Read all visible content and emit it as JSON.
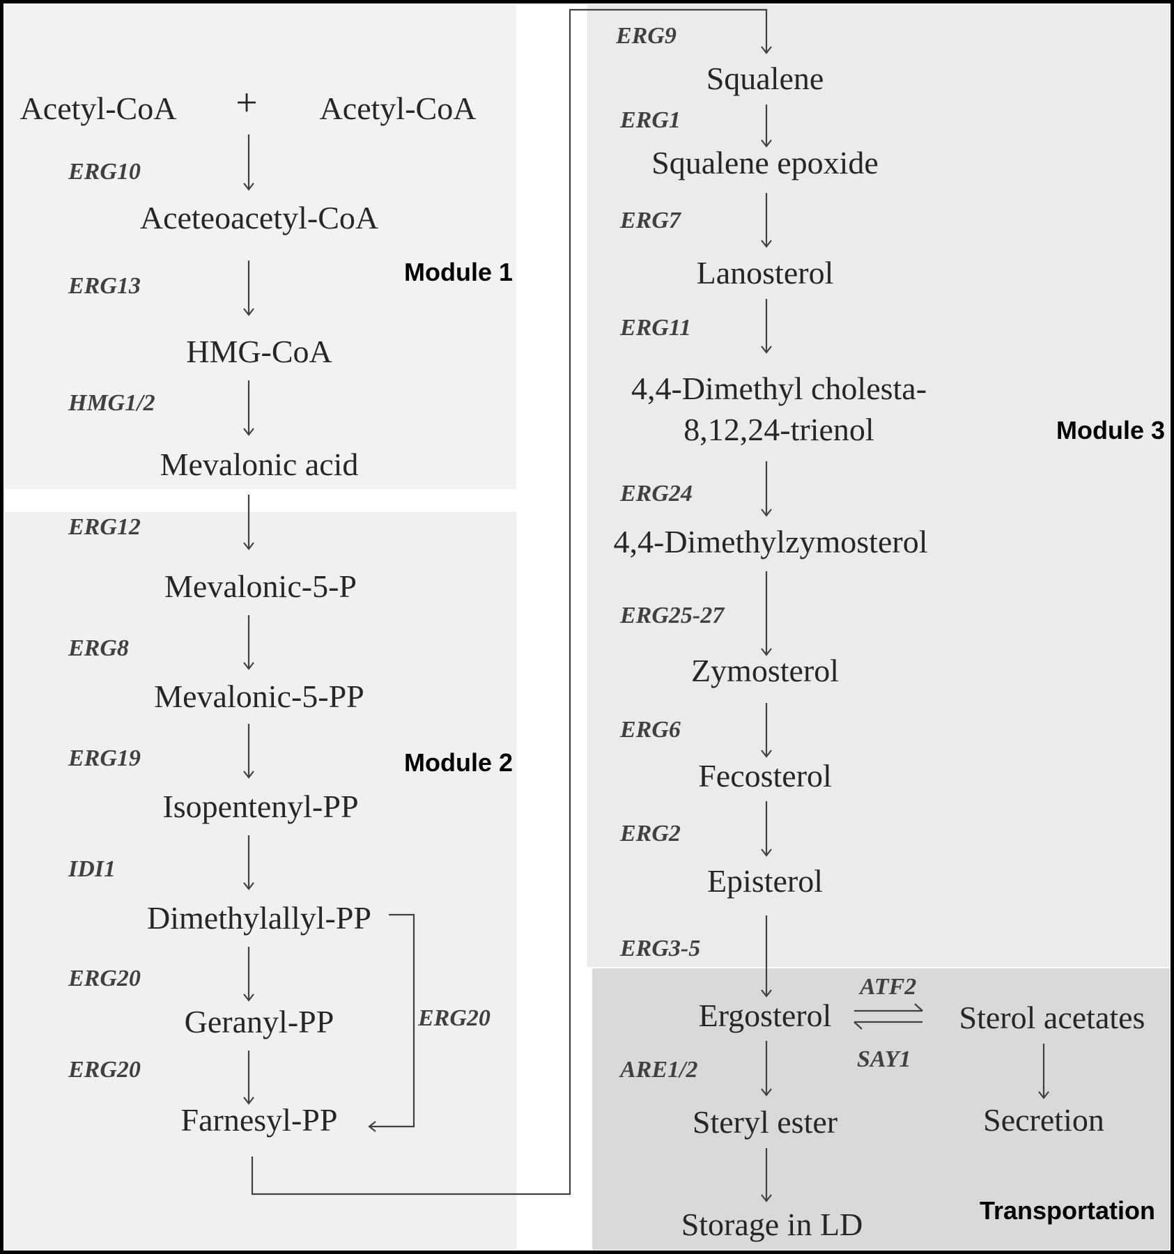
{
  "modules": {
    "module1": {
      "label": "Module 1",
      "bg": "#f2f2f2"
    },
    "module2": {
      "label": "Module 2",
      "bg": "#f0f0f0"
    },
    "module3": {
      "label": "Module 3",
      "bg": "#ebebeb"
    },
    "transport": {
      "label": "Transportation",
      "bg": "#d9d9d9"
    }
  },
  "metabolites": {
    "acetyl1": "Acetyl-CoA",
    "plus": "+",
    "acetyl2": "Acetyl-CoA",
    "acetoacetyl": "Aceteoacetyl-CoA",
    "hmg": "HMG-CoA",
    "mevalonic": "Mevalonic acid",
    "mev5p": "Mevalonic-5-P",
    "mev5pp": "Mevalonic-5-PP",
    "ipp": "Isopentenyl-PP",
    "dmapp": "Dimethylallyl-PP",
    "gpp": "Geranyl-PP",
    "fpp": "Farnesyl-PP",
    "squalene": "Squalene",
    "epoxide": "Squalene epoxide",
    "lanosterol": "Lanosterol",
    "dimethyl1": "4,4-Dimethyl cholesta-",
    "dimethyl2": "8,12,24-trienol",
    "dmzymo": "4,4-Dimethylzymosterol",
    "zymosterol": "Zymosterol",
    "fecosterol": "Fecosterol",
    "episterol": "Episterol",
    "ergosterol": "Ergosterol",
    "acetates": "Sterol acetates",
    "steryl": "Steryl ester",
    "secretion": "Secretion",
    "storage": "Storage in LD"
  },
  "enzymes": {
    "erg10": "ERG10",
    "erg13": "ERG13",
    "hmg12": "HMG1/2",
    "erg12": "ERG12",
    "erg8": "ERG8",
    "erg19": "ERG19",
    "idi1": "IDI1",
    "erg20a": "ERG20",
    "erg20b": "ERG20",
    "erg20c": "ERG20",
    "erg9": "ERG9",
    "erg1": "ERG1",
    "erg7": "ERG7",
    "erg11": "ERG11",
    "erg24": "ERG24",
    "erg2527": "ERG25-27",
    "erg6": "ERG6",
    "erg2": "ERG2",
    "erg35": "ERG3-5",
    "atf2": "ATF2",
    "say1": "SAY1",
    "are12": "ARE1/2"
  }
}
